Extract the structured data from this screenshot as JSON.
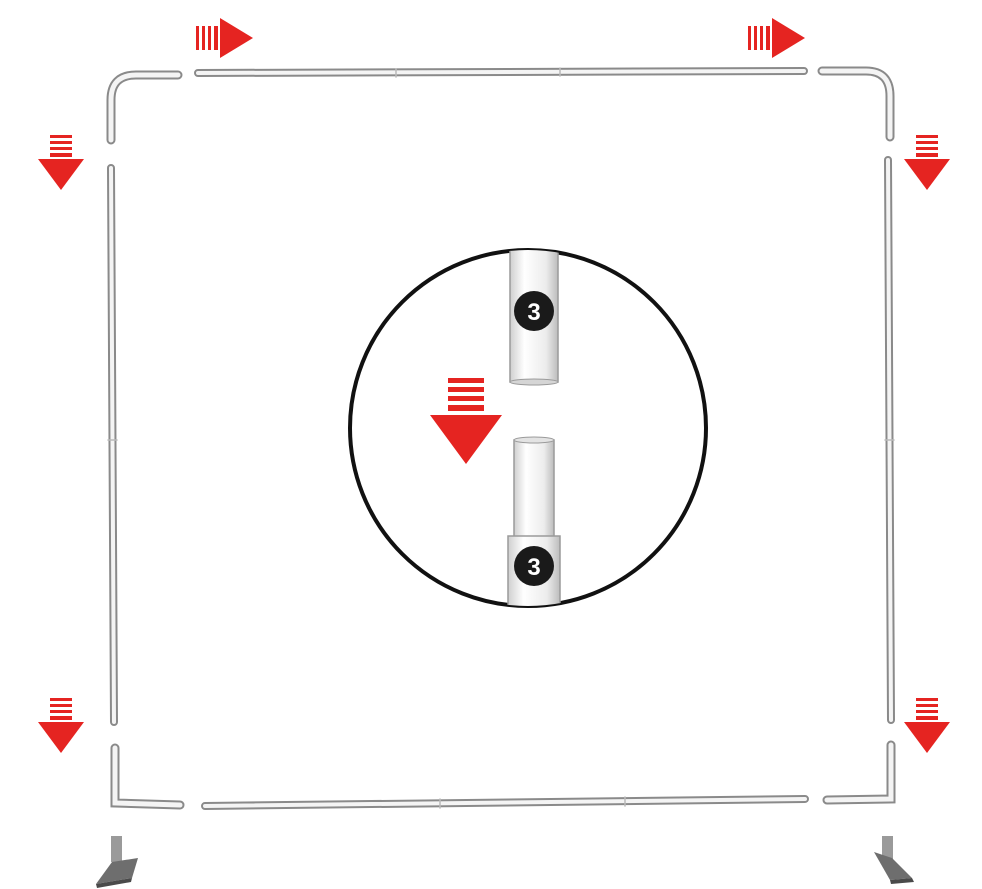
{
  "diagram": {
    "background": "#ffffff",
    "colors": {
      "arrow": "#e52421",
      "tube_fill": "#f4f4f4",
      "tube_stroke": "#8a8a8a",
      "tube_shadow": "#b9b9b9",
      "detail_circle": "#111111",
      "badge_fill": "#1a1a1a",
      "badge_text": "#ffffff",
      "foot": "#6e6e6e"
    },
    "frame": {
      "parts": [
        "top-left-corner",
        "top-bar",
        "top-right-corner",
        "left-pole",
        "right-pole",
        "bottom-left-corner",
        "bottom-bar",
        "bottom-right-corner",
        "left-foot",
        "right-foot"
      ]
    },
    "arrows": [
      {
        "id": "arrow-top-left",
        "direction": "right"
      },
      {
        "id": "arrow-top-right",
        "direction": "right"
      },
      {
        "id": "arrow-upper-left",
        "direction": "down"
      },
      {
        "id": "arrow-upper-right",
        "direction": "down"
      },
      {
        "id": "arrow-lower-left",
        "direction": "down"
      },
      {
        "id": "arrow-lower-right",
        "direction": "down"
      },
      {
        "id": "arrow-detail",
        "direction": "down"
      }
    ],
    "detail": {
      "top_tube_label": "3",
      "bottom_tube_label": "3"
    }
  }
}
